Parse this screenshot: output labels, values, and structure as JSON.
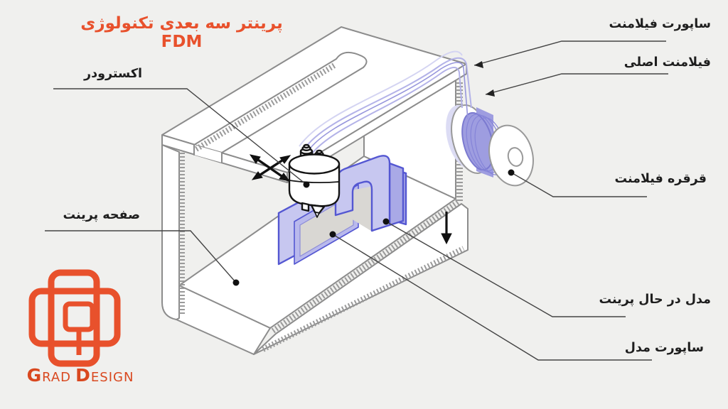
{
  "title": {
    "text": "پرینتر سه بعدی تکنولوژی FDM",
    "color": "#e8512c"
  },
  "labels": {
    "extruder": "اکسترودر",
    "print_bed": "صفحه پرینت",
    "filament_support": "ساپورت فیلامنت",
    "main_filament": "فیلامنت اصلی",
    "filament_spool": "قرقره فیلامنت",
    "printing_model": "مدل در حال پرینت",
    "model_support": "ساپورت مدل"
  },
  "logo": {
    "parts": [
      "G",
      "RAD",
      "D",
      "ESIGN"
    ],
    "color": "#d9481f"
  },
  "colors": {
    "background": "#f0f0ee",
    "accent": "#e8512c",
    "frame_stroke": "#8c8c8c",
    "model_face": "#c7c7f0",
    "model_face_light": "#d9d9f6",
    "model_face_dark": "#a9a9e6",
    "model_edge": "#5457d2",
    "support_gray": "#d9d7d3",
    "tube": "#b3b2e8",
    "filament_coil": "#9e9de0",
    "callout": "#444444"
  }
}
